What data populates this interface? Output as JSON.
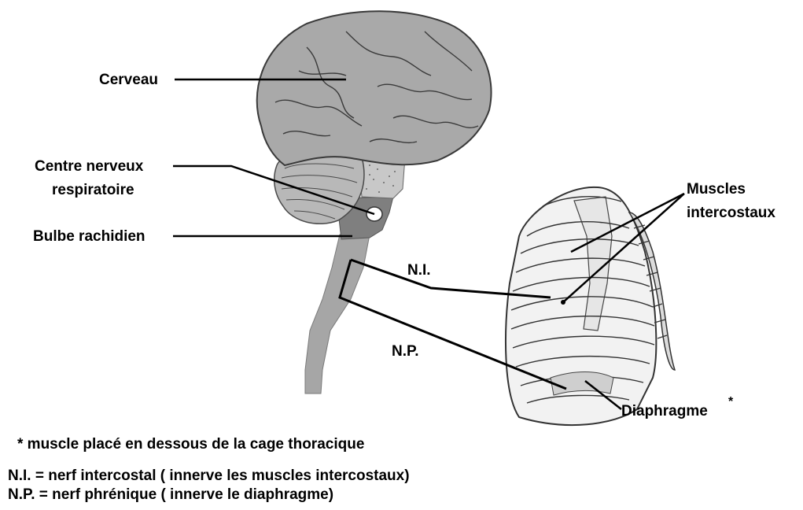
{
  "labels": {
    "cerveau": "Cerveau",
    "centre_line1": "Centre nerveux",
    "centre_line2": "respiratoire",
    "bulbe": "Bulbe rachidien",
    "ni": "N.I.",
    "np": "N.P.",
    "muscles_line1": "Muscles",
    "muscles_line2": "intercostaux",
    "diaphragme": "Diaphragme",
    "asterisk": "*"
  },
  "footnotes": {
    "note1": "* muscle placé en dessous de la cage thoracique",
    "note2": "N.I. = nerf intercostal ( innerve les muscles intercostaux)",
    "note3": "N.P. = nerf phrénique ( innerve le diaphragme)"
  },
  "colors": {
    "brain": "#a9a9a9",
    "cerebellum": "#b8b8b8",
    "brainstem": "#7f7f7f",
    "spinal_cord": "#a6a6a6",
    "outline": "#4a4a4a",
    "ribs": "#f2f2f2"
  }
}
